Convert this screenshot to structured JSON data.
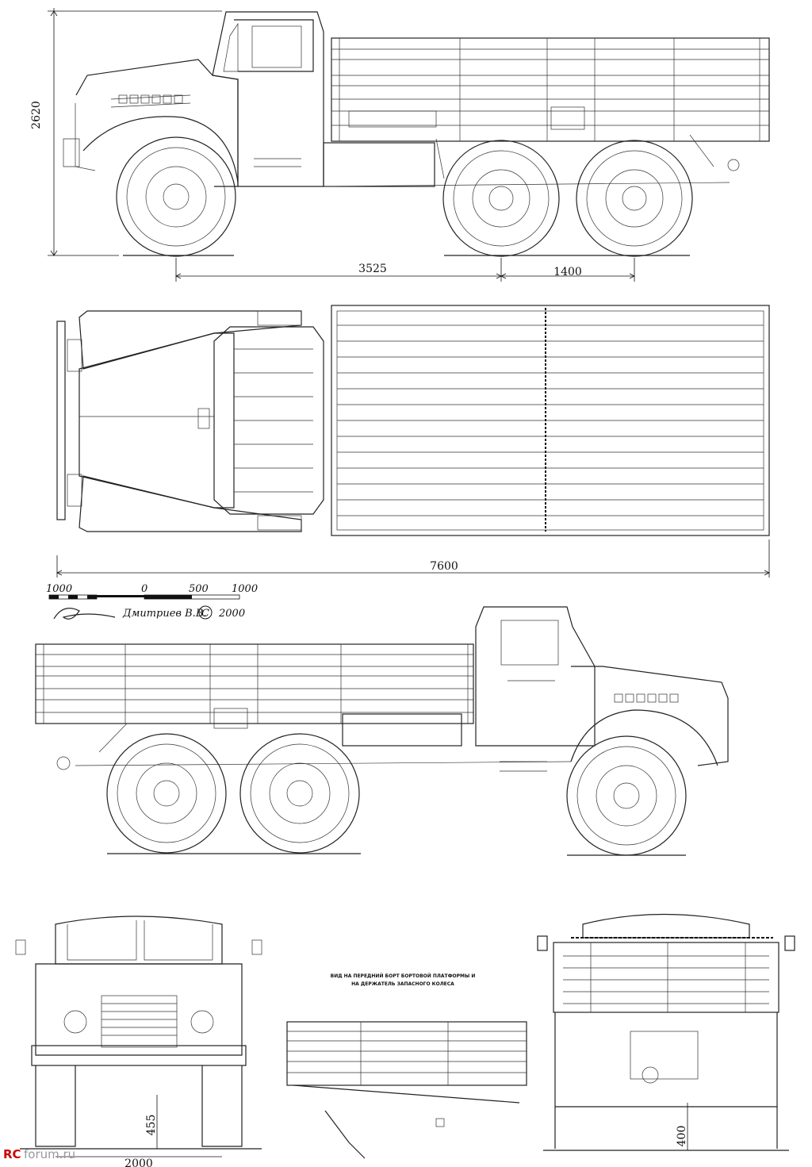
{
  "dimensions": {
    "height": "2620",
    "wheelbase": "3525",
    "bogie": "1400",
    "length": "7600",
    "front_ground": "455",
    "rear_ground": "400",
    "front_track": "2000"
  },
  "scale_bar": {
    "left_label": "1000",
    "zero_label": "0",
    "mid_label": "500",
    "right_label": "1000"
  },
  "author": {
    "name": "Дмитриев В.В.",
    "copyright_symbol": "C",
    "year": "2000"
  },
  "note": {
    "line1": "ВИД НА ПЕРЕДНИЙ БОРТ БОРТОВОЙ ПЛАТФОРМЫ И",
    "line2": "НА ДЕРЖАТЕЛЬ ЗАПАСНОГО КОЛЕСА"
  },
  "watermark": {
    "rc": "RC",
    "rest": "forum.ru"
  }
}
